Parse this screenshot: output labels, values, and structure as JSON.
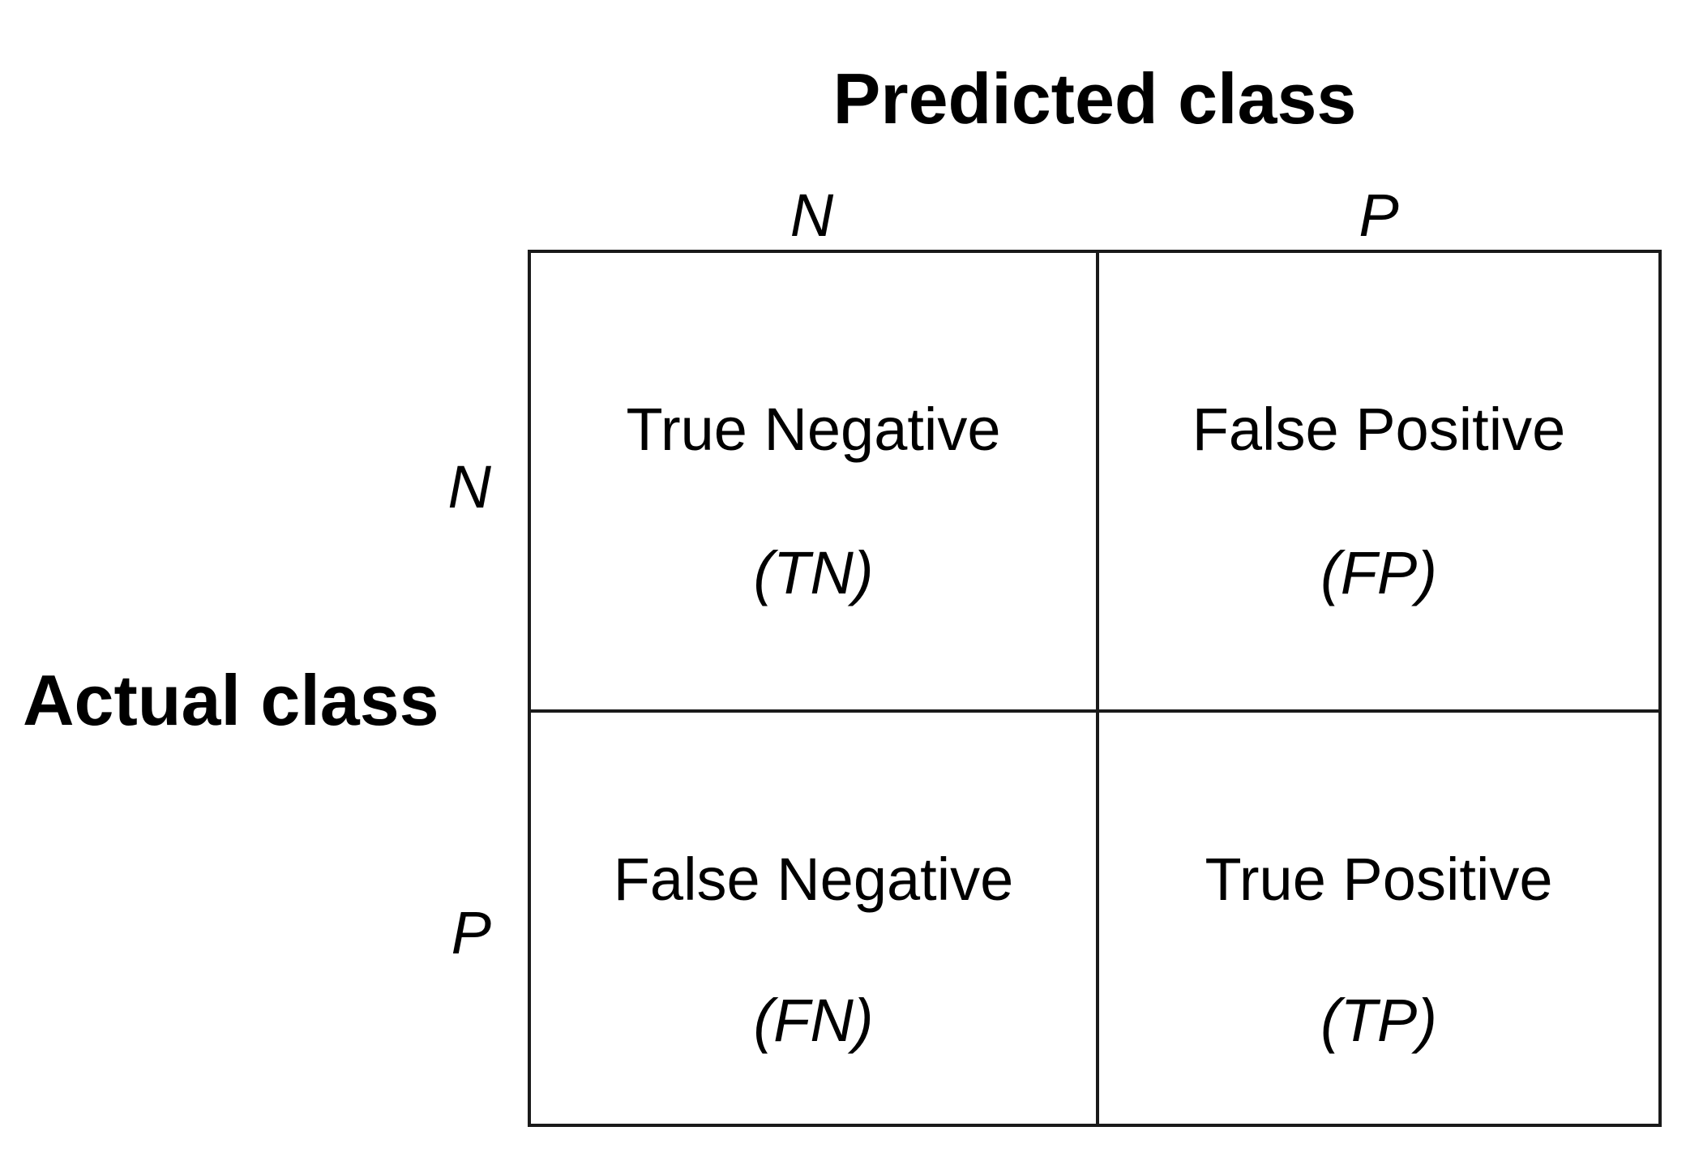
{
  "diagram": {
    "type": "confusion-matrix",
    "title_predicted": "Predicted class",
    "title_actual": "Actual class",
    "col_headers": [
      "N",
      "P"
    ],
    "row_headers": [
      "N",
      "P"
    ],
    "cells": {
      "tn": {
        "label": "True Negative",
        "abbr": "(TN)"
      },
      "fp": {
        "label": "False Positive",
        "abbr": "(FP)"
      },
      "fn": {
        "label": "False Negative",
        "abbr": "(FN)"
      },
      "tp": {
        "label": "True Positive",
        "abbr": "(TP)"
      }
    },
    "colors": {
      "line": "#1a1a1a",
      "text": "#000000",
      "background": "#ffffff"
    }
  }
}
